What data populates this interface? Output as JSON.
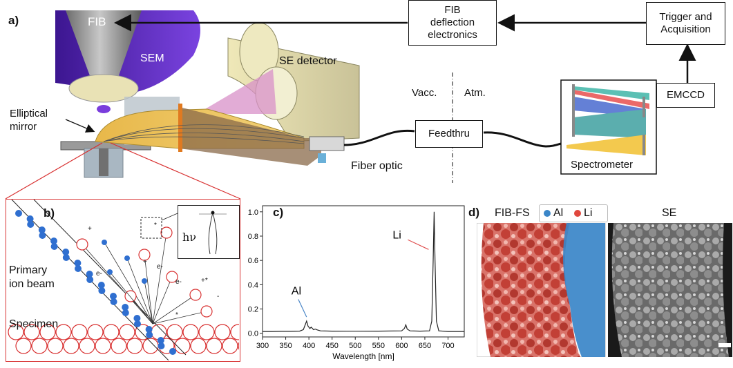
{
  "panel_a": {
    "tag": "a)",
    "fib_label": "FIB",
    "sem_label": "SEM",
    "se_detector_label": "SE detector",
    "elliptical_mirror_label": "Elliptical\nmirror",
    "fiber_optic_label": "Fiber optic",
    "vacc_label": "Vacc.",
    "atm_label": "Atm.",
    "feedthru_label": "Feedthru",
    "fib_deflection_label": "FIB\ndeflection\nelectronics",
    "trigger_label": "Trigger and\nAcquisition",
    "emccd_label": "EMCCD",
    "spectrometer_label": "Spectrometer"
  },
  "panel_b": {
    "tag": "b)",
    "primary_beam_label": "Primary\nion beam",
    "specimen_label": "Specimen",
    "inset_label": "hν",
    "charges": [
      "+",
      "e-",
      "+",
      "e-",
      "e-",
      "+*",
      "-",
      "*",
      "*"
    ]
  },
  "panel_c": {
    "tag": "c)",
    "chart_data": {
      "type": "line",
      "xlabel": "Wavelength [nm]",
      "ylabel": "",
      "xlim": [
        300,
        735
      ],
      "ylim": [
        -0.03,
        1.05
      ],
      "xticks": [
        300,
        350,
        400,
        450,
        500,
        550,
        600,
        650,
        700
      ],
      "yticks": [
        0.0,
        0.2,
        0.4,
        0.6,
        0.8,
        1.0
      ],
      "annotations": [
        {
          "text": "Al",
          "x": 395,
          "y": 0.1,
          "color": "#4a86c6"
        },
        {
          "text": "Li",
          "x": 670,
          "y": 1.0,
          "color": "#e05050"
        }
      ],
      "series": [
        {
          "x": [
            300,
            320,
            340,
            360,
            380,
            388,
            392,
            395,
            398,
            402,
            405,
            410,
            414,
            418,
            425,
            450,
            500,
            550,
            600,
            606,
            609,
            612,
            618,
            640,
            660,
            665,
            668,
            670,
            672,
            675,
            680,
            700,
            735
          ],
          "y": [
            0.015,
            0.015,
            0.016,
            0.016,
            0.018,
            0.03,
            0.07,
            0.1,
            0.06,
            0.04,
            0.05,
            0.03,
            0.035,
            0.028,
            0.02,
            0.018,
            0.017,
            0.018,
            0.02,
            0.04,
            0.07,
            0.035,
            0.02,
            0.018,
            0.02,
            0.1,
            0.6,
            1.0,
            0.6,
            0.1,
            0.02,
            0.015,
            0.015
          ]
        }
      ]
    }
  },
  "panel_d": {
    "tag": "d)",
    "fibfs_label": "FIB-FS",
    "legend_al": "Al",
    "legend_li": "Li",
    "se_label": "SE",
    "al_color": "#3a86c8",
    "li_color": "#e0473d"
  }
}
